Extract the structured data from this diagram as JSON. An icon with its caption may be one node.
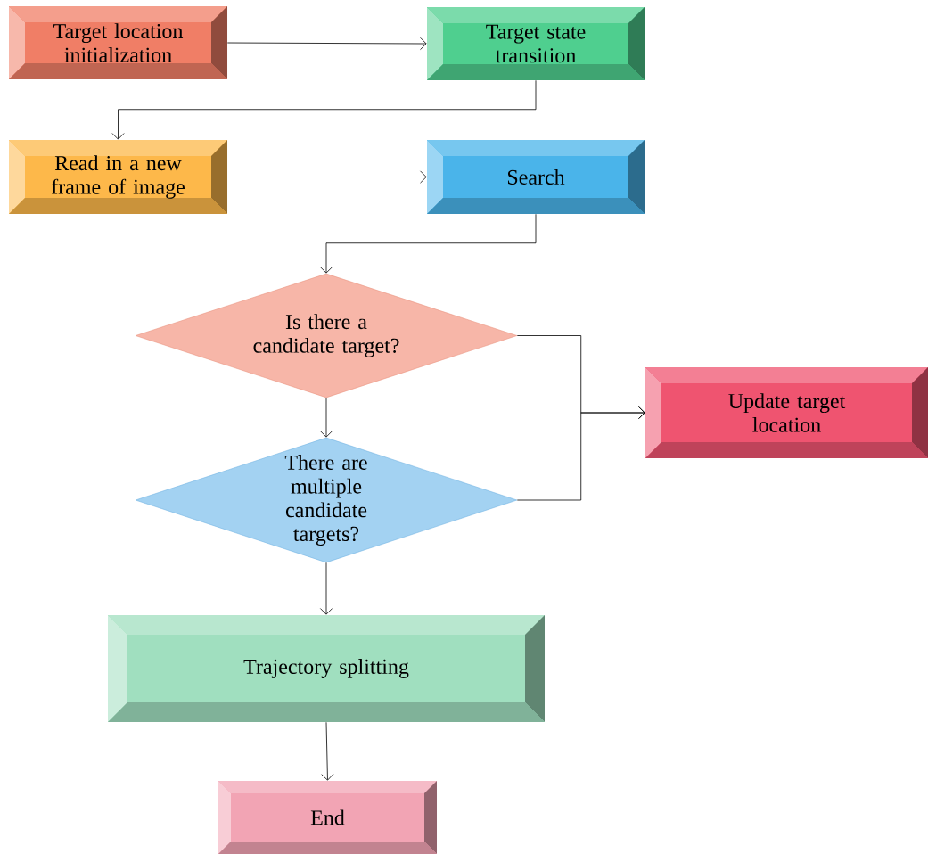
{
  "diagram": {
    "nodes": [
      {
        "text": [
          "Target location initialization"
        ]
      },
      {
        "text": [
          "Target state transition"
        ]
      },
      {
        "text": [
          "Read in a new frame of image"
        ]
      },
      {
        "text": [
          "Search"
        ]
      },
      {
        "text": [
          "Is there a candidate target?"
        ]
      },
      {
        "text": [
          "There are multiple candidate targets?"
        ]
      },
      {
        "text": [
          "Update target location"
        ]
      },
      {
        "text": [
          "Trajectory splitting"
        ]
      },
      {
        "text": [
          "End"
        ]
      }
    ],
    "edges": [
      {
        "from": 0,
        "to": 1,
        "arrow": "to"
      },
      {
        "from": 1,
        "to": 2,
        "arrow": "to"
      },
      {
        "from": 2,
        "to": 3,
        "arrow": "to"
      },
      {
        "from": 3,
        "to": 4,
        "arrow": "to"
      },
      {
        "from": 4,
        "to": 5,
        "arrow": "to"
      },
      {
        "from": 4,
        "to": 6,
        "arrow": "to"
      },
      {
        "from": 5,
        "to": 6,
        "arrow": "to"
      },
      {
        "from": 5,
        "to": 7,
        "arrow": "to"
      },
      {
        "from": 7,
        "to": 8,
        "arrow": "to"
      }
    ]
  }
}
